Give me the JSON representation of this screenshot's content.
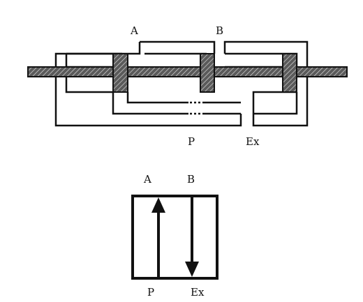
{
  "valve_cutaway": {
    "port_labels": {
      "a": "A",
      "b": "B",
      "p": "P",
      "ex": "Ex"
    }
  },
  "valve_symbol": {
    "port_labels": {
      "a": "A",
      "b": "B",
      "p": "P",
      "ex": "Ex"
    }
  },
  "colors": {
    "line": "#111111",
    "spool": "#555555",
    "background": "#ffffff"
  }
}
